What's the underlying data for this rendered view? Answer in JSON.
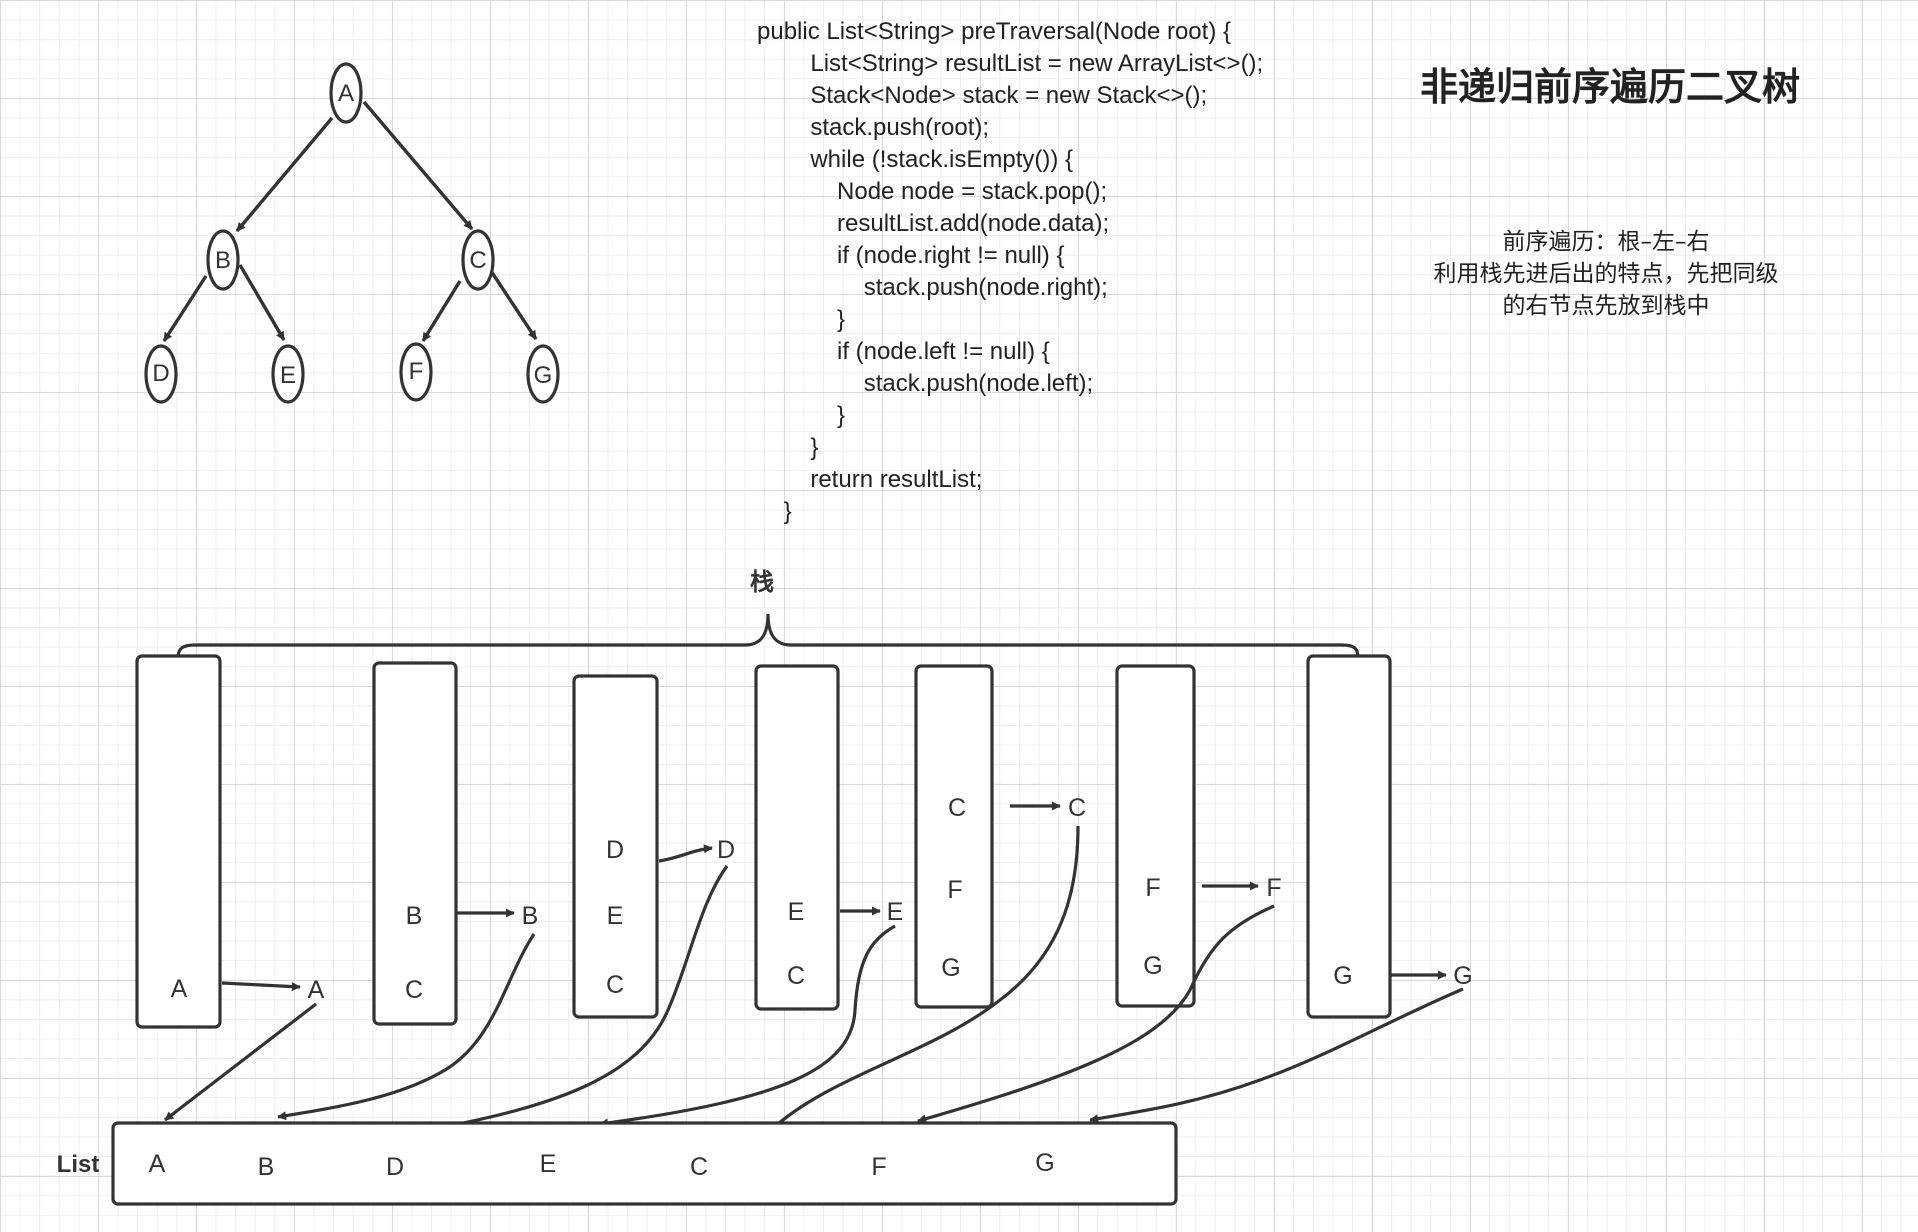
{
  "title": "非递归前序遍历二叉树",
  "code_lines": [
    "public List<String> preTraversal(Node root) {",
    "        List<String> resultList = new ArrayList<>();",
    "        Stack<Node> stack = new Stack<>();",
    "        stack.push(root);",
    "        while (!stack.isEmpty()) {",
    "            Node node = stack.pop();",
    "            resultList.add(node.data);",
    "            if (node.right != null) {",
    "                stack.push(node.right);",
    "            }",
    "            if (node.left != null) {",
    "                stack.push(node.left);",
    "            }",
    "        }",
    "        return resultList;",
    "    }"
  ],
  "note": {
    "line1": "前序遍历：根–左–右",
    "line2": "利用栈先进后出的特点，先把同级",
    "line3": "的右节点先放到栈中"
  },
  "tree": {
    "nodes": [
      "A",
      "B",
      "C",
      "D",
      "E",
      "F",
      "G"
    ],
    "edges": [
      [
        "A",
        "B"
      ],
      [
        "A",
        "C"
      ],
      [
        "B",
        "D"
      ],
      [
        "B",
        "E"
      ],
      [
        "C",
        "F"
      ],
      [
        "C",
        "G"
      ]
    ]
  },
  "stack_label": "栈",
  "stack_states": [
    {
      "items": [
        "A"
      ],
      "popped": "A"
    },
    {
      "items": [
        "B",
        "C"
      ],
      "popped": "B"
    },
    {
      "items": [
        "D",
        "E",
        "C"
      ],
      "popped": "D"
    },
    {
      "items": [
        "E",
        "C"
      ],
      "popped": "E"
    },
    {
      "items": [
        "C",
        "F",
        "G"
      ],
      "popped": "C"
    },
    {
      "items": [
        "F",
        "G"
      ],
      "popped": "F"
    },
    {
      "items": [
        "G"
      ],
      "popped": "G"
    }
  ],
  "list_label": "List",
  "list_items": [
    "A",
    "B",
    "D",
    "E",
    "C",
    "F",
    "G"
  ]
}
